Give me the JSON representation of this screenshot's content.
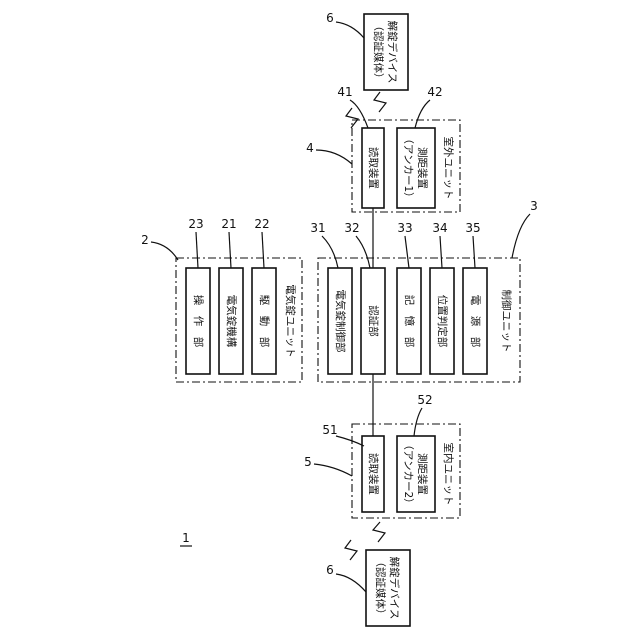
{
  "figure_number": "1",
  "units": {
    "outdoor": {
      "ref": "4",
      "label": "室外ユニット",
      "reader": {
        "ref": "41",
        "label": "読取装置"
      },
      "distance": {
        "ref": "42",
        "line1": "測距装置",
        "line2": "（アンカー1）"
      }
    },
    "indoor": {
      "ref": "5",
      "label": "室内ユニット",
      "reader": {
        "ref": "51",
        "label": "読取装置"
      },
      "distance": {
        "ref": "52",
        "line1": "測距装置",
        "line2": "（アンカー2）"
      }
    },
    "lock": {
      "ref": "2",
      "label": "電気錠ユニット",
      "operation": {
        "ref": "23",
        "label": "操　作　部"
      },
      "mechanism": {
        "ref": "21",
        "label": "電気錠機構"
      },
      "drive": {
        "ref": "22",
        "label": "駆　動　部"
      }
    },
    "control": {
      "ref": "3",
      "label": "制御ユニット",
      "lock_ctrl": {
        "ref": "31",
        "label": "電気錠制御部"
      },
      "auth": {
        "ref": "32",
        "label": "認証部"
      },
      "memory": {
        "ref": "33",
        "label": "記　憶　部"
      },
      "position": {
        "ref": "34",
        "label": "位置判定部"
      },
      "power": {
        "ref": "35",
        "label": "電　源　部"
      }
    }
  },
  "devices": {
    "top": {
      "ref": "6",
      "line1": "解錠デバイス",
      "line2": "（認証媒体）"
    },
    "bottom": {
      "ref": "6",
      "line1": "解錠デバイス",
      "line2": "（認証媒体）"
    }
  }
}
